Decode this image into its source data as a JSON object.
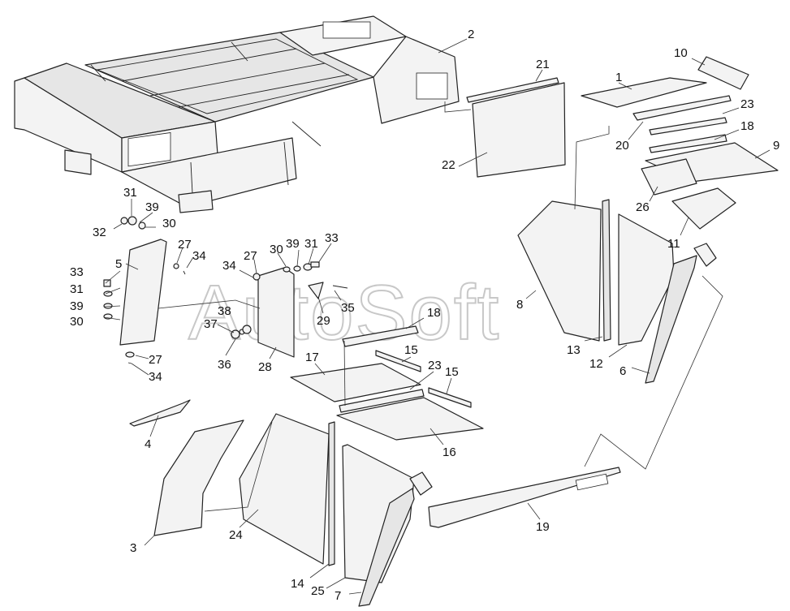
{
  "watermark": "AutoSoft",
  "callouts": [
    {
      "id": "c2",
      "text": "2"
    },
    {
      "id": "c21",
      "text": "21"
    },
    {
      "id": "c1",
      "text": "1"
    },
    {
      "id": "c10",
      "text": "10"
    },
    {
      "id": "c23a",
      "text": "23"
    },
    {
      "id": "c20",
      "text": "20"
    },
    {
      "id": "c18a",
      "text": "18"
    },
    {
      "id": "c9",
      "text": "9"
    },
    {
      "id": "c22",
      "text": "22"
    },
    {
      "id": "c26",
      "text": "26"
    },
    {
      "id": "c11",
      "text": "11"
    },
    {
      "id": "c31a",
      "text": "31"
    },
    {
      "id": "c39a",
      "text": "39"
    },
    {
      "id": "c32",
      "text": "32"
    },
    {
      "id": "c30a",
      "text": "30"
    },
    {
      "id": "c27a",
      "text": "27"
    },
    {
      "id": "c34a",
      "text": "34"
    },
    {
      "id": "c5",
      "text": "5"
    },
    {
      "id": "c33a",
      "text": "33"
    },
    {
      "id": "c31b",
      "text": "31"
    },
    {
      "id": "c39b",
      "text": "39"
    },
    {
      "id": "c30b",
      "text": "30"
    },
    {
      "id": "c27b",
      "text": "27"
    },
    {
      "id": "c34b",
      "text": "34"
    },
    {
      "id": "c27c",
      "text": "27"
    },
    {
      "id": "c34c",
      "text": "34"
    },
    {
      "id": "c30c",
      "text": "30"
    },
    {
      "id": "c39c",
      "text": "39"
    },
    {
      "id": "c31c",
      "text": "31"
    },
    {
      "id": "c33b",
      "text": "33"
    },
    {
      "id": "c38",
      "text": "38"
    },
    {
      "id": "c35",
      "text": "35"
    },
    {
      "id": "c29",
      "text": "29"
    },
    {
      "id": "c37",
      "text": "37"
    },
    {
      "id": "c36",
      "text": "36"
    },
    {
      "id": "c28",
      "text": "28"
    },
    {
      "id": "c18b",
      "text": "18"
    },
    {
      "id": "c17",
      "text": "17"
    },
    {
      "id": "c15a",
      "text": "15"
    },
    {
      "id": "c23b",
      "text": "23"
    },
    {
      "id": "c15b",
      "text": "15"
    },
    {
      "id": "c16",
      "text": "16"
    },
    {
      "id": "c8",
      "text": "8"
    },
    {
      "id": "c13",
      "text": "13"
    },
    {
      "id": "c12",
      "text": "12"
    },
    {
      "id": "c6",
      "text": "6"
    },
    {
      "id": "c4",
      "text": "4"
    },
    {
      "id": "c3",
      "text": "3"
    },
    {
      "id": "c24",
      "text": "24"
    },
    {
      "id": "c14",
      "text": "14"
    },
    {
      "id": "c25",
      "text": "25"
    },
    {
      "id": "c7",
      "text": "7"
    },
    {
      "id": "c19",
      "text": "19"
    }
  ]
}
